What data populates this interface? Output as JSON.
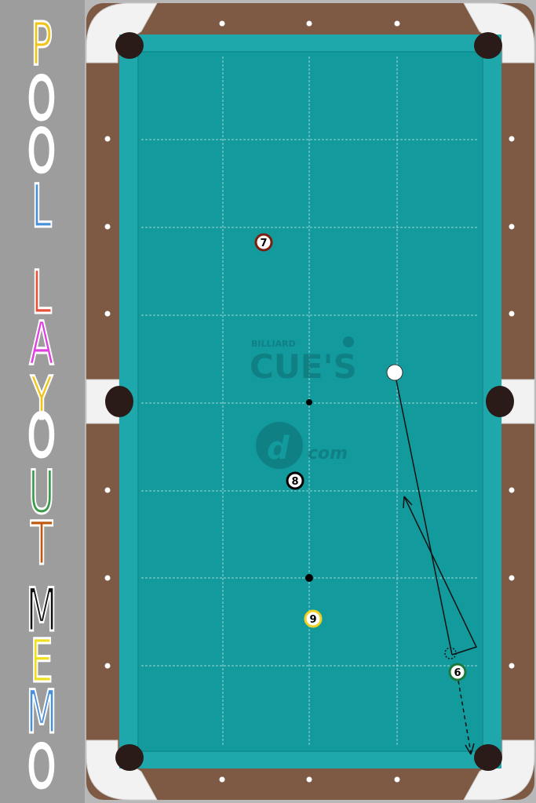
{
  "sidebar": {
    "title_letters": [
      {
        "ch": "P",
        "color": "#f0c419"
      },
      {
        "ch": "O",
        "color": "#ffffff"
      },
      {
        "ch": "O",
        "color": "#ffffff"
      },
      {
        "ch": "L",
        "color": "#4a90d9"
      },
      {
        "ch": "L",
        "color": "#e8503a"
      },
      {
        "ch": "A",
        "color": "#e040e0"
      },
      {
        "ch": "Y",
        "color": "#f0c419"
      },
      {
        "ch": "O",
        "color": "#ffffff"
      },
      {
        "ch": "U",
        "color": "#3a9a4a"
      },
      {
        "ch": "T",
        "color": "#c05a10"
      },
      {
        "ch": "M",
        "color": "#111111"
      },
      {
        "ch": "E",
        "color": "#f0e020"
      },
      {
        "ch": "M",
        "color": "#4a90d9"
      },
      {
        "ch": "O",
        "color": "#ffffff"
      }
    ]
  },
  "watermark": {
    "billiard": "BILLIARD",
    "cues": "CUE'S",
    "com": "com",
    "logo_letter": "d"
  },
  "balls": [
    {
      "id": "cue",
      "label": "",
      "kind": "cue"
    },
    {
      "id": "ball-7",
      "label": "7",
      "kind": "object",
      "color": "#7a2010"
    },
    {
      "id": "ball-8",
      "label": "8",
      "kind": "object",
      "color": "#000000"
    },
    {
      "id": "ball-9",
      "label": "9",
      "kind": "object",
      "color": "#f0d020"
    },
    {
      "id": "ball-6",
      "label": "6",
      "kind": "object",
      "color": "#1a7a3a"
    }
  ],
  "colors": {
    "felt": "#139a9d",
    "felt_cushion": "#1fa8ab",
    "rail_wood": "#7e5a44",
    "pocket": "#2a1a18",
    "corner_cap": "#f2f2f2",
    "diamond": "#ffffff"
  }
}
